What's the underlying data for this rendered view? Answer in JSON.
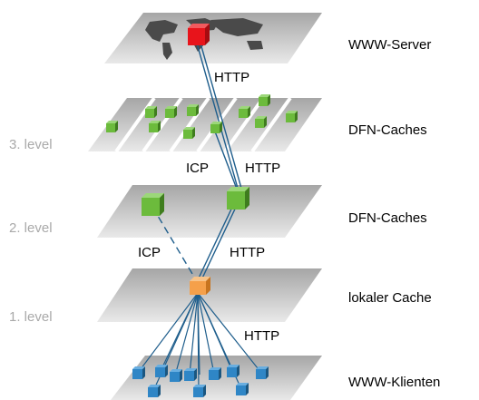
{
  "tiers": {
    "server": "WWW-Server",
    "caches_top": "DFN-Caches",
    "caches_mid": "DFN-Caches",
    "local": "lokaler Cache",
    "clients": "WWW-Klienten"
  },
  "levels": {
    "level3": "3. level",
    "level2": "2. level",
    "level1": "1. level"
  },
  "links": {
    "http_server": "HTTP",
    "icp_top": "ICP",
    "http_top": "HTTP",
    "icp_mid": "ICP",
    "http_mid": "HTTP",
    "http_clients": "HTTP"
  },
  "colors": {
    "server": "#e8141b",
    "cache": "#6cbb3c",
    "local_cache": "#f5a04a",
    "client": "#2f86c6",
    "link": "#1f5e8c"
  }
}
